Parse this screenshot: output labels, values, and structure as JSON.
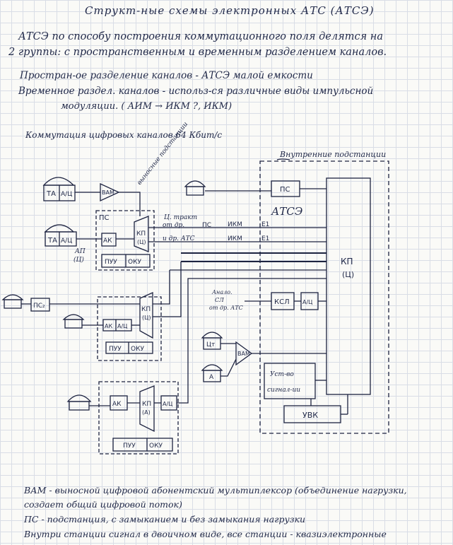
{
  "header": {
    "title": "Структ-ные схемы электронных АТС (АТСЭ)"
  },
  "notes": {
    "line1": "АТСЭ по способу построения коммутационного поля делятся на",
    "line2": "2 группы: с пространственным и временным разделением каналов.",
    "line3": "Простран-ое разделение каналов - АТСЭ малой емкости",
    "line4": "Временное раздел. каналов - использ-ся различные виды импульсной",
    "line5": "модуляции. ( АИМ → ИКМ ?, ИКМ)",
    "line6": "Коммутация цифровых каналов 64 Кбит/с"
  },
  "diagram": {
    "labels": {
      "vnutr_podstancii": "Внутренние подстанции",
      "vynosnye_podstancii": "выносные подстанции",
      "ta": "ТА",
      "a_b": "А/Ц",
      "ap": "АП",
      "ap_sub": "(Ц)",
      "vam": "ВАМ",
      "ps": "ПС",
      "ps2": "ПС₂",
      "ak": "АК",
      "kp": "КП",
      "kp_sub_c": "(Ц)",
      "kp_sub_a": "(А)",
      "puu": "ПУУ",
      "oku": "ОКУ",
      "atse": "АТСЭ",
      "tract1": "Ц. тракт",
      "tract2": "от др.",
      "tract3": "ПС",
      "ikm": "ИКМ",
      "e1": "E1",
      "ot_dr_ats": "и др. АТС",
      "analog1": "Анало.",
      "analog2": "СЛ",
      "analog3": "от др. АТС",
      "ksl": "КСЛ",
      "a_c": "А/Ц",
      "ts": "Цт",
      "a": "А",
      "ustr1": "Уст-во",
      "ustr2": "сигнал-ии",
      "uvk": "УВК",
      "kp_main": "КП",
      "kp_main_sub": "(Ц)"
    }
  },
  "footer": {
    "line1": "ВАМ - выносной цифровой абонентский мультиплексор (объединение нагрузки,",
    "line2": "создает общий цифровой поток)",
    "line3": "ПС - подстанция, с замыканием и без замыкания нагрузки",
    "line4": "Внутри станции сигнал в двоичном виде, все станции - квазиэлектронные"
  }
}
